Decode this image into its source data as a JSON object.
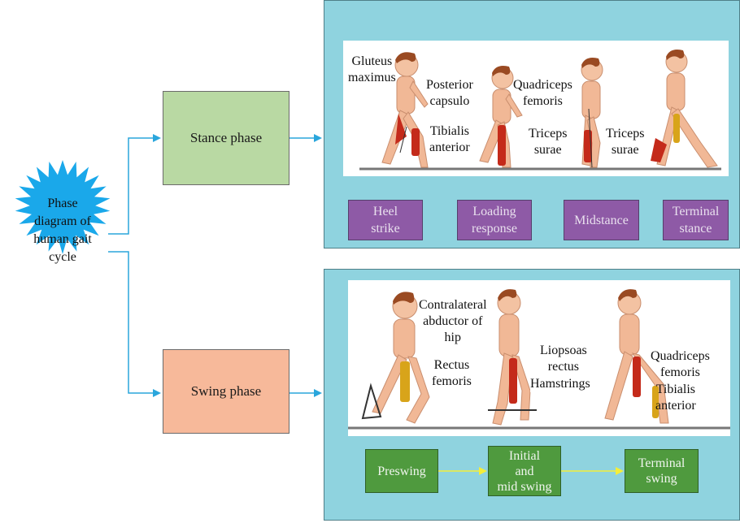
{
  "center_node": {
    "label": "Phase\ndiagram of\nhuman gait\ncycle",
    "color": "#1aa8ea"
  },
  "phases": {
    "stance": "Stance phase",
    "swing": "Swing phase"
  },
  "stance_panel": {
    "annotations": {
      "gluteus": "Gluteus\nmaximus",
      "posterior": "Posterior\ncapsulo",
      "quadriceps": "Quadriceps\nfemoris",
      "tibialis": "Tibialis\nanterior",
      "triceps1": "Triceps\nsurae",
      "triceps2": "Triceps\nsurae"
    },
    "boxes": [
      "Heel\nstrike",
      "Loading\nresponse",
      "Midstance",
      "Terminal\nstance"
    ]
  },
  "swing_panel": {
    "annotations": {
      "contralateral": "Contralateral\nabductor of\nhip",
      "rectus": "Rectus\nfemoris",
      "liopsoas": "Liopsoas\nrectus\nfemoris",
      "hamstrings": "Hamstrings",
      "quadriceps": "Quadriceps\nfemoris",
      "tibialis": "Tibialis\nanterior"
    },
    "boxes": [
      "Preswing",
      "Initial\nand\nmid swing",
      "Terminal\nswing"
    ]
  },
  "colors": {
    "panel": "#8fd3df",
    "connector": "#2aa6dc",
    "stance_box": "#b9d9a3",
    "swing_box": "#f7b99a",
    "stance_stage": "#8e5aa6",
    "swing_stage": "#4f9a3e",
    "swing_arrow": "#f4ee3a"
  }
}
